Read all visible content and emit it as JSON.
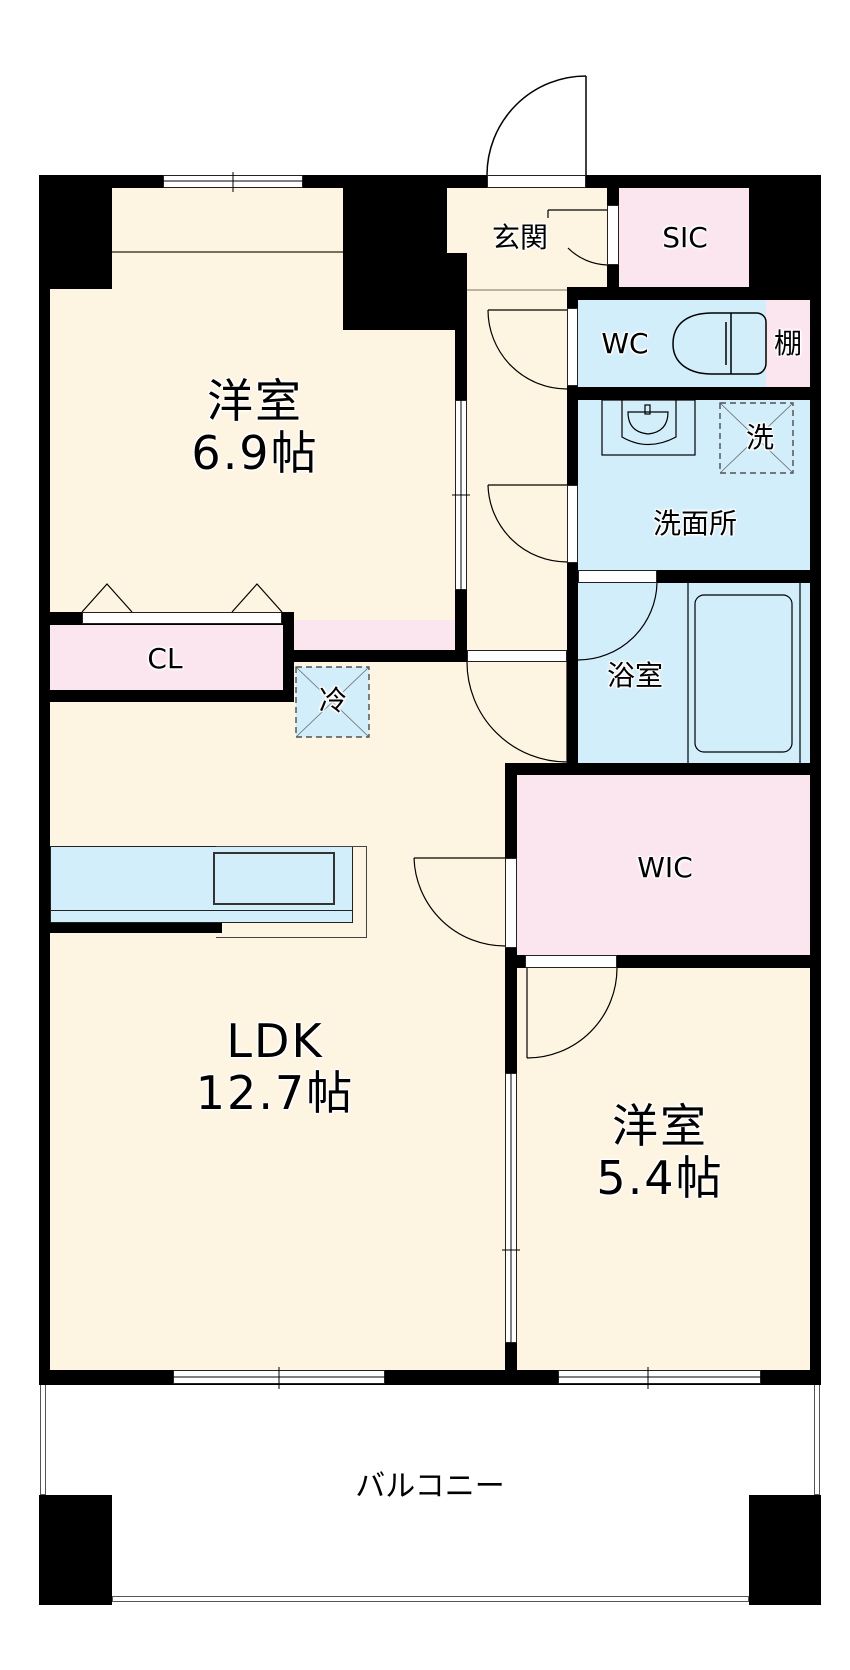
{
  "plan": {
    "rooms": {
      "western_room_1": {
        "name": "洋室",
        "size": "6.9帖"
      },
      "ldk": {
        "name": "LDK",
        "size": "12.7帖"
      },
      "western_room_2": {
        "name": "洋室",
        "size": "5.4帖"
      },
      "entrance": {
        "name": "玄関"
      },
      "sic": {
        "name": "SIC"
      },
      "wc": {
        "name": "WC"
      },
      "shelf": {
        "name": "棚"
      },
      "washroom": {
        "name": "洗面所"
      },
      "washer_space": {
        "name": "洗"
      },
      "bathroom": {
        "name": "浴室"
      },
      "closet": {
        "name": "CL"
      },
      "fridge_space": {
        "name": "冷"
      },
      "wic": {
        "name": "WIC"
      },
      "balcony": {
        "name": "バルコニー"
      }
    },
    "colors": {
      "living": "#fdf4e1",
      "storage": "#fbe6ef",
      "wet": "#d2eefa",
      "wall": "#000000"
    }
  }
}
